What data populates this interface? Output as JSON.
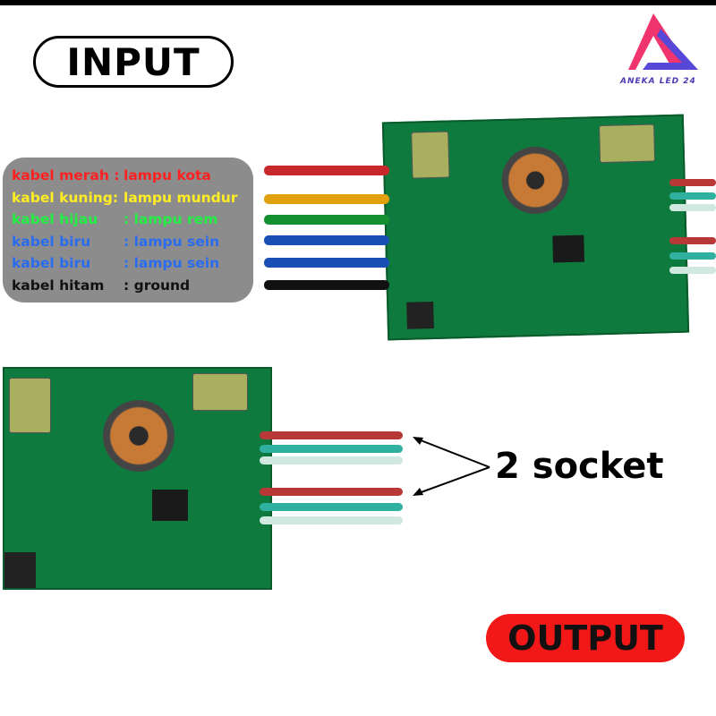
{
  "input_label": "INPUT",
  "output_label": "OUTPUT",
  "socket_label": "2 socket",
  "logo": {
    "text": "ANEKA LED 24",
    "colors": [
      "#f0356e",
      "#5848d8"
    ]
  },
  "legend": [
    {
      "cable": "kabel merah :",
      "use": "lampu kota",
      "color": "#ff2020"
    },
    {
      "cable": "kabel kuning:",
      "use": "lampu mundur",
      "color": "#ffee22"
    },
    {
      "cable": "kabel hijau",
      "use": ": lampu rem",
      "color": "#22ee44"
    },
    {
      "cable": "kabel biru",
      "use": ": lampu sein",
      "color": "#2a6cf0"
    },
    {
      "cable": "kabel biru",
      "use": ": lampu sein",
      "color": "#2a6cf0"
    },
    {
      "cable": "kabel hitam",
      "use": ": ground",
      "color": "#111111"
    }
  ],
  "input_wire_colors": [
    "#c8282c",
    "#e0a010",
    "#13902f",
    "#1a4fb5",
    "#1a4fb5",
    "#111111"
  ],
  "output_wire_colors": [
    "#b83838",
    "#2fb0a0",
    "#d0e8e0",
    "#b83838",
    "#2fb0a0",
    "#d0e8e0"
  ]
}
